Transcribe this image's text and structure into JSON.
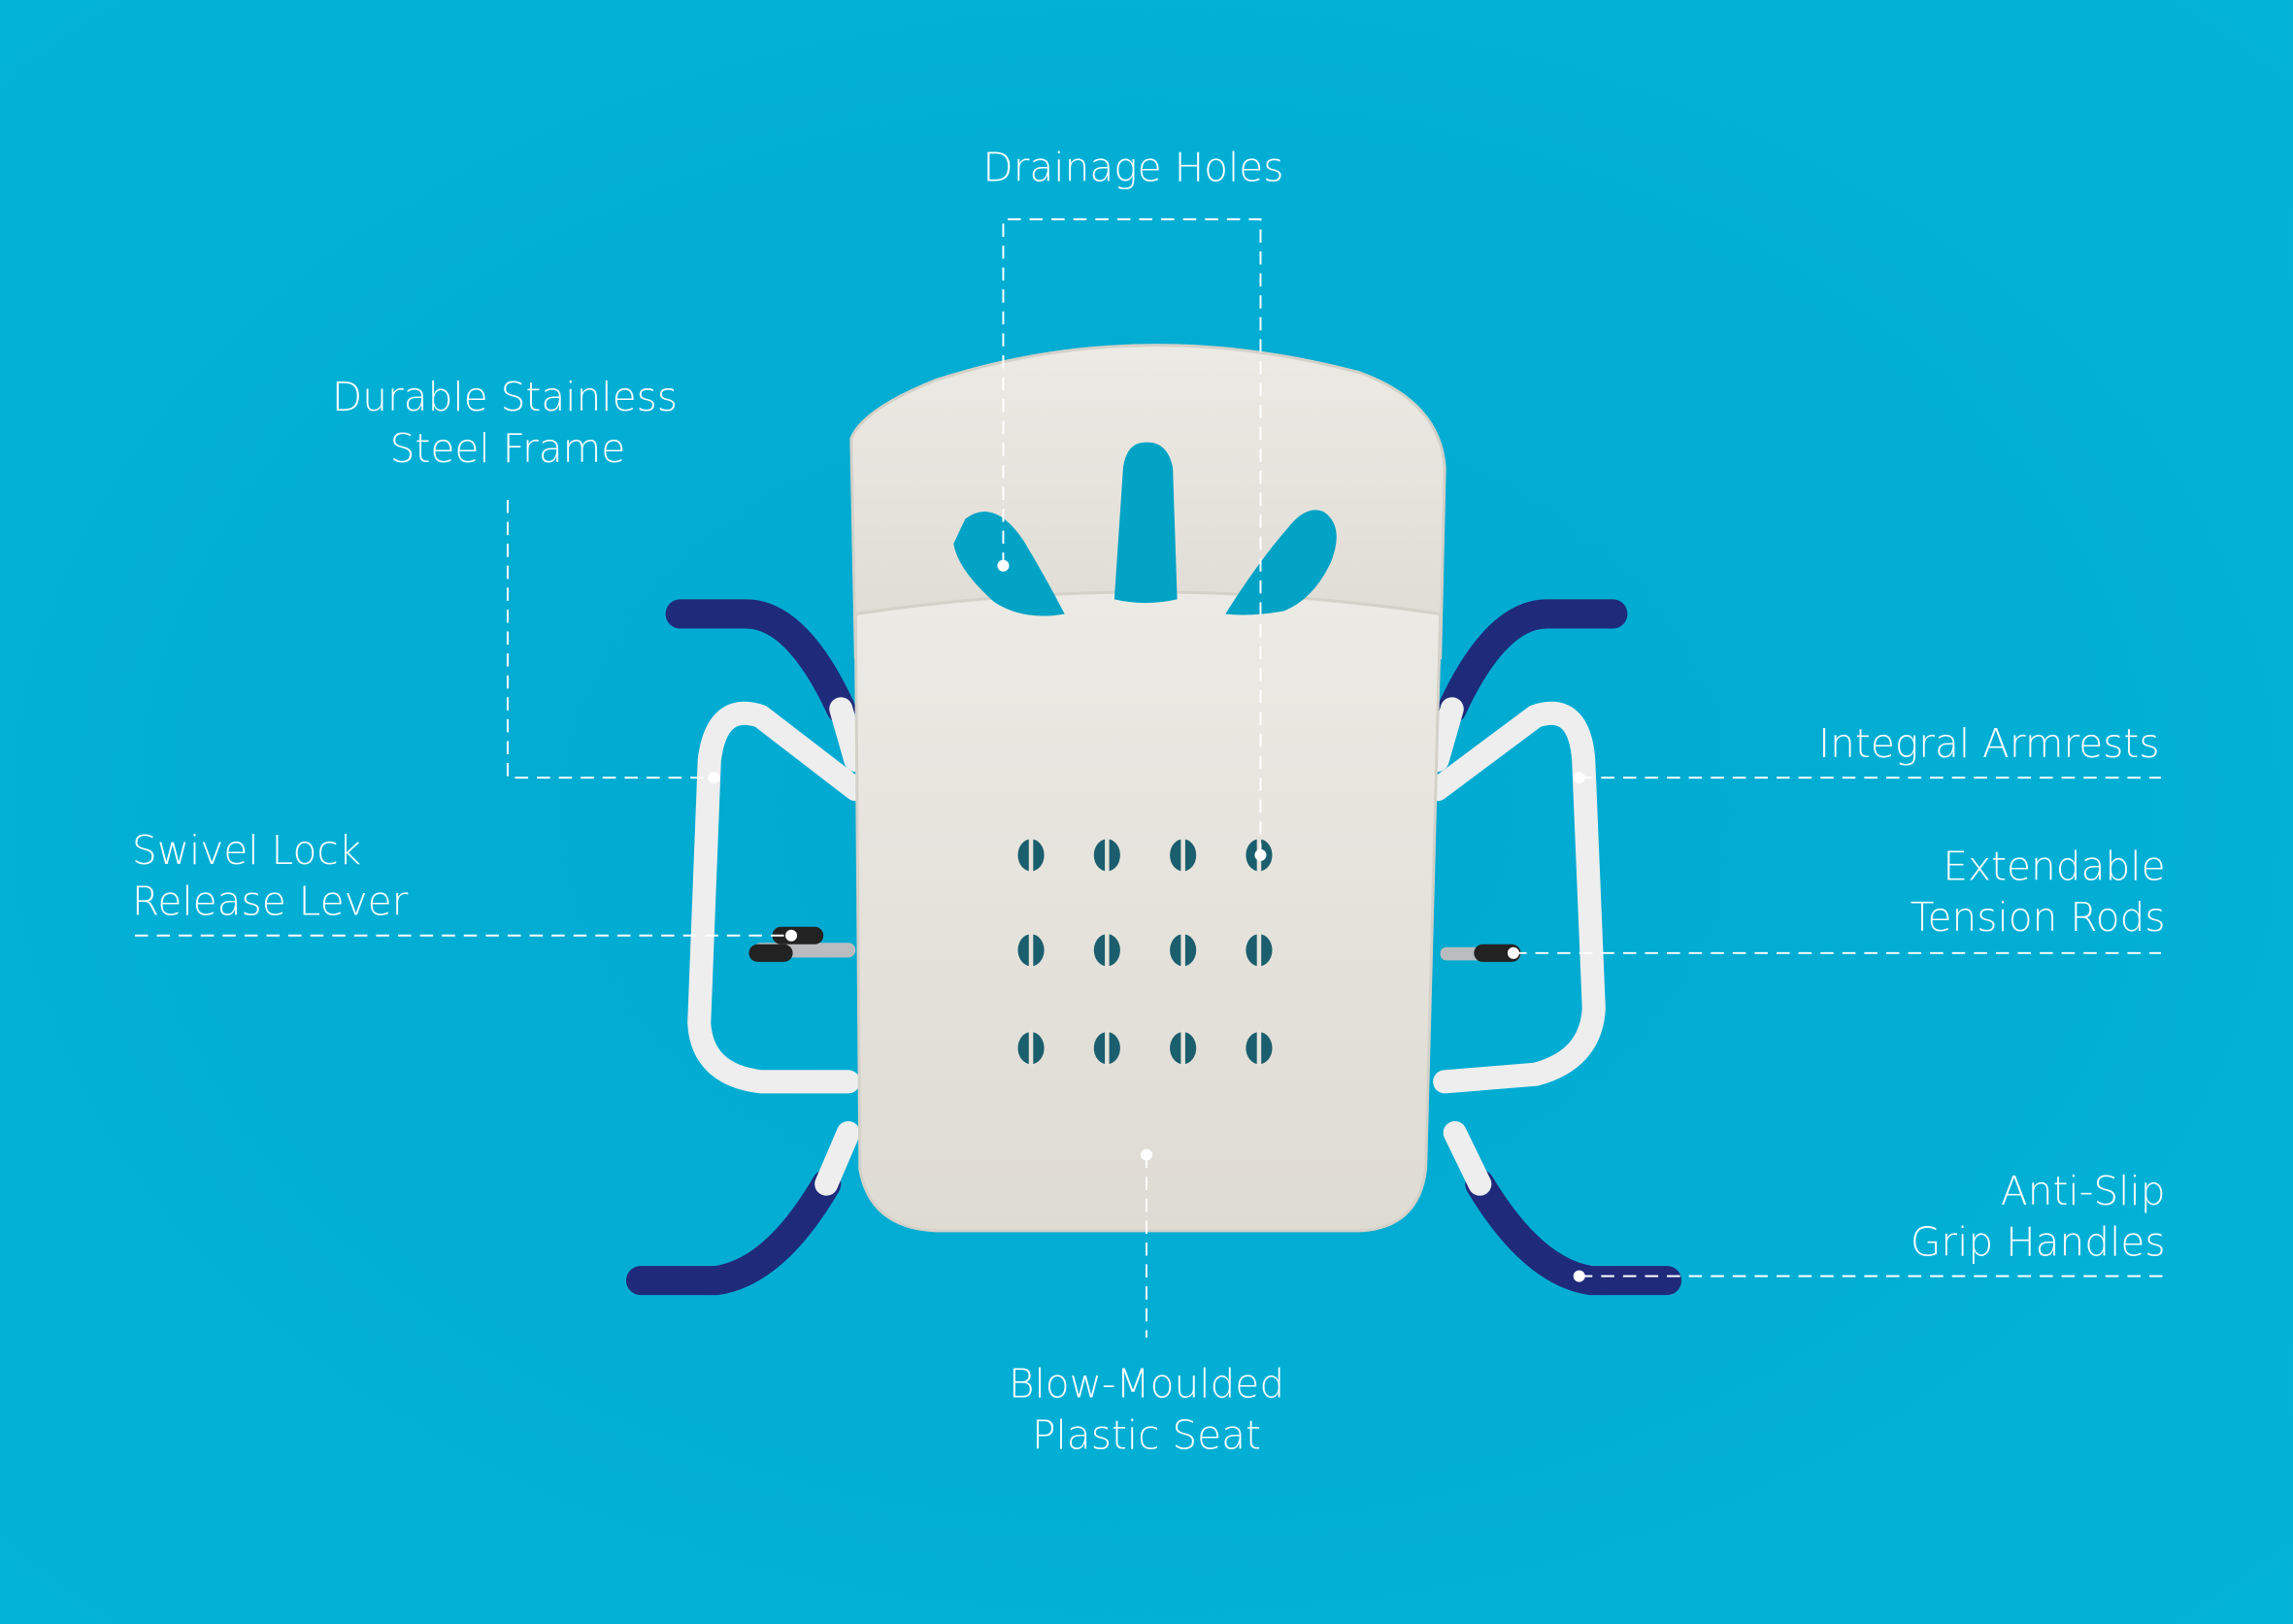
{
  "colors": {
    "background": "#03b1d6",
    "seat": "#e6e3dc",
    "handle": "#1f2a7a",
    "frame": "#eeeeee"
  },
  "labels": {
    "drainage_holes": "Drainage Holes",
    "frame": [
      "Durable Stainless",
      "Steel Frame"
    ],
    "swivel": [
      "Swivel Lock",
      "Release Lever"
    ],
    "armrests": "Integral Armrests",
    "tension": [
      "Extendable",
      "Tension Rods"
    ],
    "grip": [
      "Anti-Slip",
      "Grip Handles"
    ],
    "seat": [
      "Blow-Moulded",
      "Plastic Seat"
    ]
  }
}
